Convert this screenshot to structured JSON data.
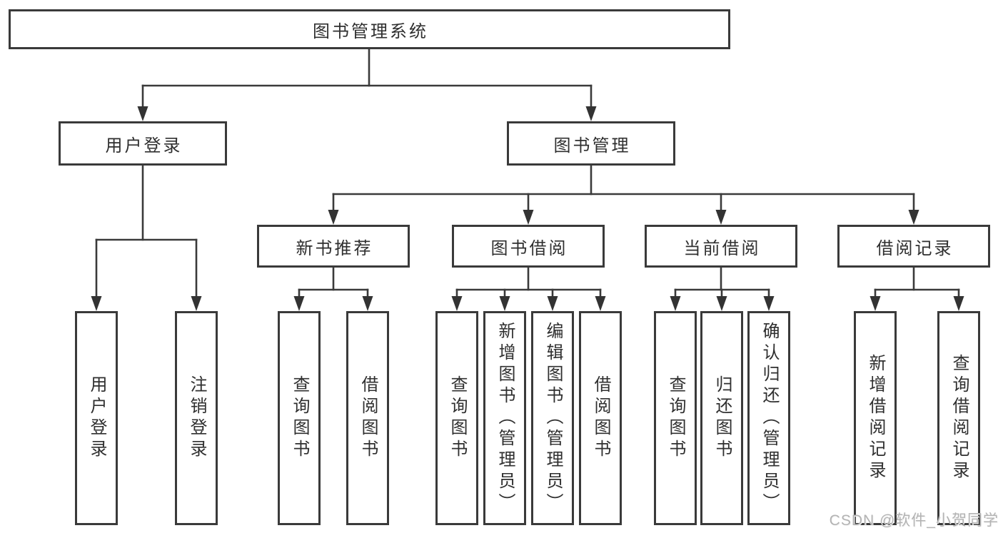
{
  "diagram": {
    "root_label": "图书管理系统",
    "user_login": {
      "label": "用户登录",
      "items": [
        "用户登录",
        "注销登录"
      ]
    },
    "book_mgmt": {
      "label": "图书管理",
      "sections": [
        {
          "label": "新书推荐",
          "items": [
            "查询图书",
            "借阅图书"
          ]
        },
        {
          "label": "图书借阅",
          "items": [
            "查询图书",
            "新增图书（管理员）",
            "编辑图书（管理员）",
            "借阅图书"
          ]
        },
        {
          "label": "当前借阅",
          "items": [
            "查询图书",
            "归还图书",
            "确认归还（管理员）"
          ]
        },
        {
          "label": "借阅记录",
          "items": [
            "新增借阅记录",
            "查询借阅记录"
          ]
        }
      ]
    }
  },
  "watermark": {
    "text": "CSDN @软件_小贺同学"
  },
  "colors": {
    "line": "#3a3a3a",
    "box_border": "#3a3a3a",
    "text": "#2f2f2f",
    "watermark": "#b3b3b3",
    "background": "#ffffff"
  }
}
